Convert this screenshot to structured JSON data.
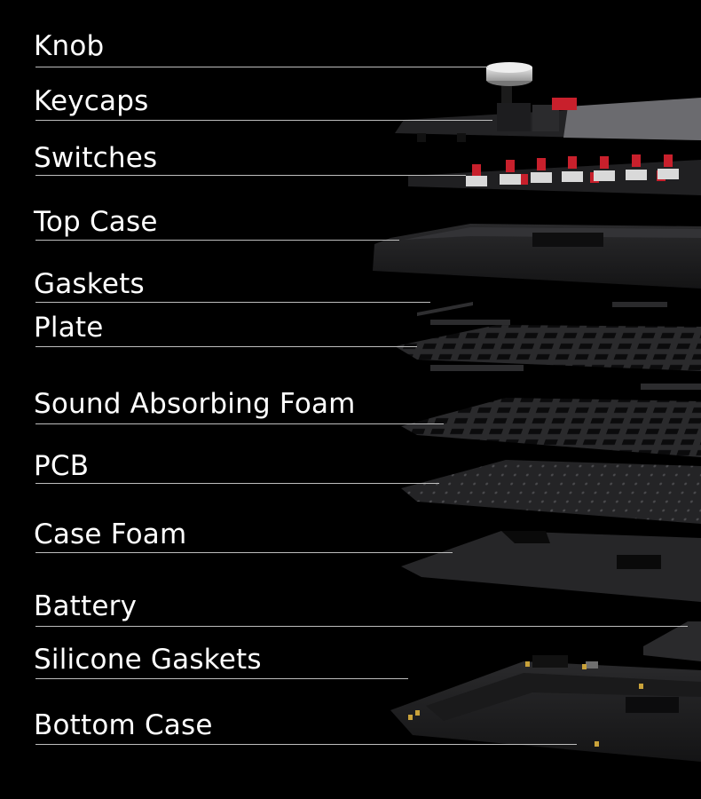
{
  "layers": [
    {
      "id": "knob",
      "label": "Knob"
    },
    {
      "id": "keycaps",
      "label": "Keycaps"
    },
    {
      "id": "switches",
      "label": "Switches"
    },
    {
      "id": "top-case",
      "label": "Top Case"
    },
    {
      "id": "gaskets",
      "label": "Gaskets"
    },
    {
      "id": "plate",
      "label": "Plate"
    },
    {
      "id": "sound-absorbing-foam",
      "label": "Sound Absorbing Foam"
    },
    {
      "id": "pcb",
      "label": "PCB"
    },
    {
      "id": "case-foam",
      "label": "Case Foam"
    },
    {
      "id": "battery",
      "label": "Battery"
    },
    {
      "id": "silicone-gaskets",
      "label": "Silicone Gaskets"
    },
    {
      "id": "bottom-case",
      "label": "Bottom Case"
    }
  ],
  "colors": {
    "background": "#000000",
    "text": "#ffffff",
    "leader_line": "#bdbdbd",
    "component_dark": "#1c1c1e",
    "keycap_grey": "#6c6c70",
    "accent_red": "#c8202c"
  }
}
